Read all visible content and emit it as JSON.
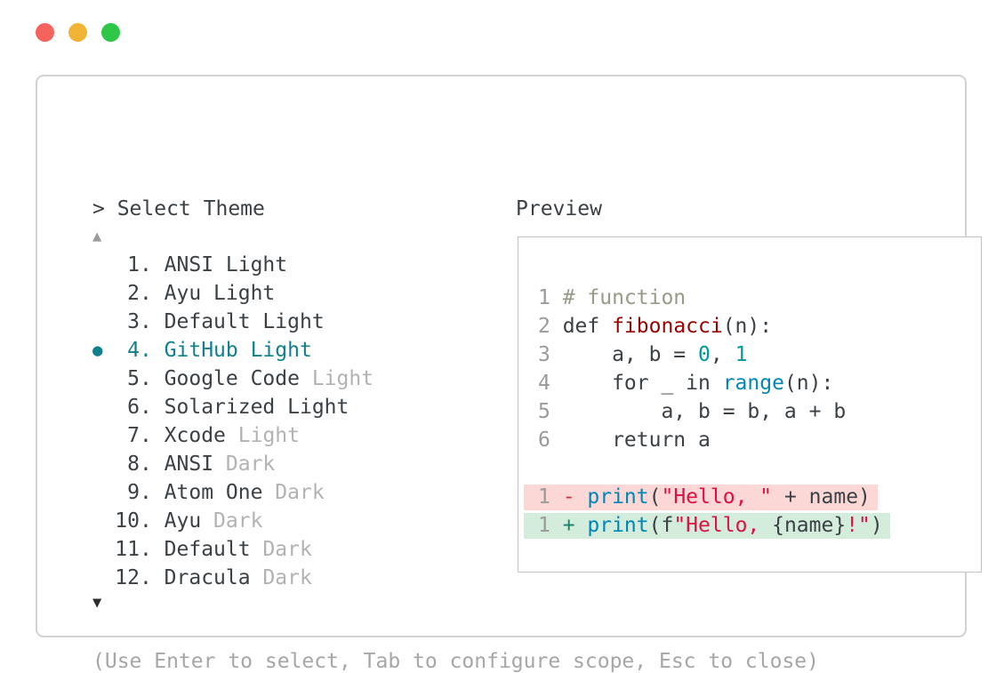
{
  "window_controls": {
    "close_color": "#f4635d",
    "minimize_color": "#f1b434",
    "maximize_color": "#2fc748"
  },
  "picker": {
    "title": "> Select Theme",
    "scroll_up_glyph": "▲",
    "scroll_down_glyph": "▼",
    "selected_dot_glyph": "●",
    "selected_color": "#12808c",
    "items": [
      {
        "number": "1.",
        "name": "ANSI Light",
        "dim": "",
        "selected": false
      },
      {
        "number": "2.",
        "name": "Ayu Light",
        "dim": "",
        "selected": false
      },
      {
        "number": "3.",
        "name": "Default Light",
        "dim": "",
        "selected": false
      },
      {
        "number": "4.",
        "name": "GitHub Light",
        "dim": "",
        "selected": true
      },
      {
        "number": "5.",
        "name": "Google Code",
        "dim": "Light",
        "selected": false
      },
      {
        "number": "6.",
        "name": "Solarized Light",
        "dim": "",
        "selected": false
      },
      {
        "number": "7.",
        "name": "Xcode",
        "dim": "Light",
        "selected": false
      },
      {
        "number": "8.",
        "name": "ANSI",
        "dim": "Dark",
        "selected": false
      },
      {
        "number": "9.",
        "name": "Atom One",
        "dim": "Dark",
        "selected": false
      },
      {
        "number": "10.",
        "name": "Ayu",
        "dim": "Dark",
        "selected": false
      },
      {
        "number": "11.",
        "name": "Default",
        "dim": "Dark",
        "selected": false
      },
      {
        "number": "12.",
        "name": "Dracula",
        "dim": "Dark",
        "selected": false
      }
    ]
  },
  "preview": {
    "title": "Preview",
    "colors": {
      "comment": "#999988",
      "function_name": "#990000",
      "number": "#009999",
      "builtin": "#0086b3",
      "string": "#dd1144",
      "deleted_bg": "#fbd7d5",
      "inserted_bg": "#d3ecdc",
      "deleted_sign": "#d1303f",
      "inserted_sign": "#1a8268",
      "line_number": "#9a9a9a"
    },
    "lines": [
      {
        "num": "1",
        "segments": [
          {
            "t": "# function",
            "c": "comment"
          }
        ]
      },
      {
        "num": "2",
        "segments": [
          {
            "t": "def ",
            "c": "plain"
          },
          {
            "t": "fibonacci",
            "c": "function"
          },
          {
            "t": "(n):",
            "c": "plain"
          }
        ]
      },
      {
        "num": "3",
        "segments": [
          {
            "t": "    a, b = ",
            "c": "plain"
          },
          {
            "t": "0",
            "c": "number"
          },
          {
            "t": ", ",
            "c": "plain"
          },
          {
            "t": "1",
            "c": "number"
          }
        ]
      },
      {
        "num": "4",
        "segments": [
          {
            "t": "    for _ in ",
            "c": "plain"
          },
          {
            "t": "range",
            "c": "builtin"
          },
          {
            "t": "(n):",
            "c": "plain"
          }
        ]
      },
      {
        "num": "5",
        "segments": [
          {
            "t": "        a, b = b, a + b",
            "c": "plain"
          }
        ]
      },
      {
        "num": "6",
        "segments": [
          {
            "t": "    return a",
            "c": "plain"
          }
        ]
      },
      {
        "blank": true
      },
      {
        "num": "1",
        "diff": "deleted",
        "sign": "-",
        "segments": [
          {
            "t": "print",
            "c": "builtin"
          },
          {
            "t": "(",
            "c": "plain"
          },
          {
            "t": "\"Hello, \"",
            "c": "string"
          },
          {
            "t": " + name)",
            "c": "plain"
          }
        ]
      },
      {
        "num": "1",
        "diff": "inserted",
        "sign": "+",
        "segments": [
          {
            "t": "print",
            "c": "builtin"
          },
          {
            "t": "(f",
            "c": "plain"
          },
          {
            "t": "\"Hello, ",
            "c": "string"
          },
          {
            "t": "{name}",
            "c": "plain"
          },
          {
            "t": "!\"",
            "c": "string"
          },
          {
            "t": ")",
            "c": "plain"
          }
        ]
      }
    ]
  },
  "footer": {
    "hint": "(Use Enter to select, Tab to configure scope, Esc to close)"
  }
}
